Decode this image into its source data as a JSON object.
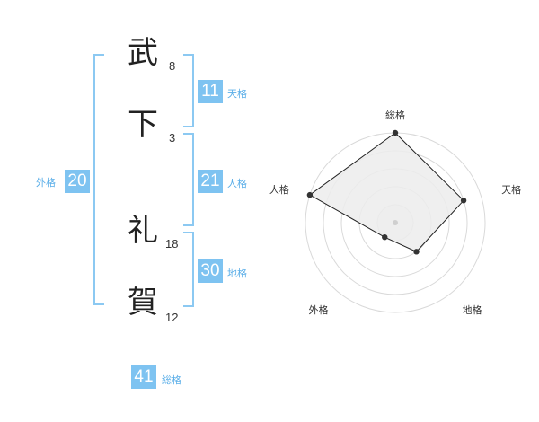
{
  "name": {
    "characters": [
      {
        "char": "武",
        "strokes": "8"
      },
      {
        "char": "下",
        "strokes": "3"
      },
      {
        "char": "礼",
        "strokes": "18"
      },
      {
        "char": "賀",
        "strokes": "12"
      }
    ]
  },
  "kakusu": {
    "tenkaku": {
      "value": "11",
      "label": "天格"
    },
    "jinkaku": {
      "value": "21",
      "label": "人格"
    },
    "chikaku": {
      "value": "30",
      "label": "地格"
    },
    "gaikaku": {
      "value": "20",
      "label": "外格"
    },
    "soukaku": {
      "value": "41",
      "label": "総格"
    }
  },
  "chart_data": {
    "type": "radar",
    "axes": [
      "総格",
      "天格",
      "地格",
      "外格",
      "人格"
    ],
    "values": [
      5,
      4,
      2,
      1,
      5
    ],
    "rmax": 5,
    "rings": 5,
    "fill": "#ececec",
    "line_color": "#222222"
  },
  "colors": {
    "accent": "#7ec3f1",
    "accent_text": "#5aaee8"
  }
}
